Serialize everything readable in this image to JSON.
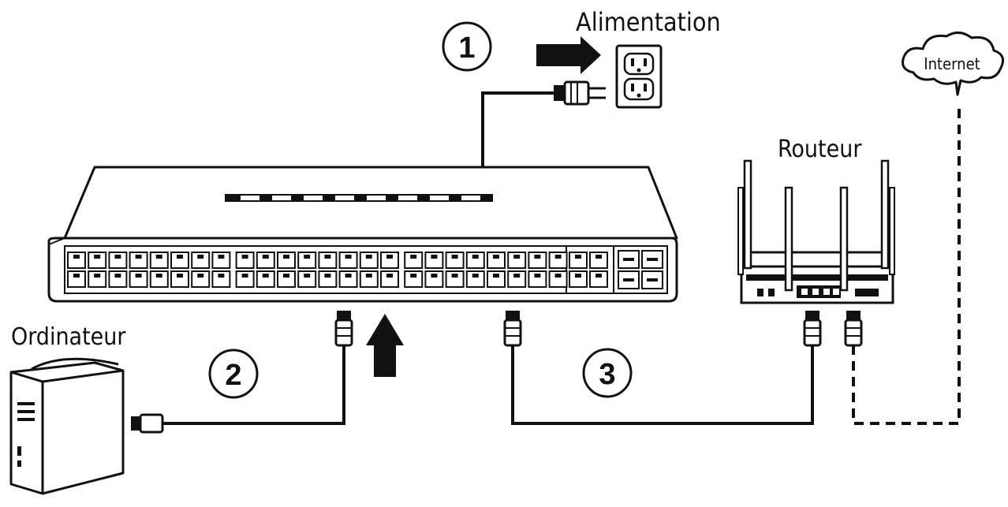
{
  "labels": {
    "power": "Alimentation",
    "internet": "Internet",
    "router": "Routeur",
    "computer": "Ordinateur"
  },
  "steps": [
    "1",
    "2",
    "3"
  ],
  "icons": {
    "switch": "network-switch-icon",
    "outlet": "power-outlet-icon",
    "plug": "power-plug-icon",
    "router": "router-icon",
    "computer": "desktop-computer-icon",
    "cloud": "cloud-icon"
  },
  "colors": {
    "ink": "#111111",
    "background": "#ffffff"
  }
}
